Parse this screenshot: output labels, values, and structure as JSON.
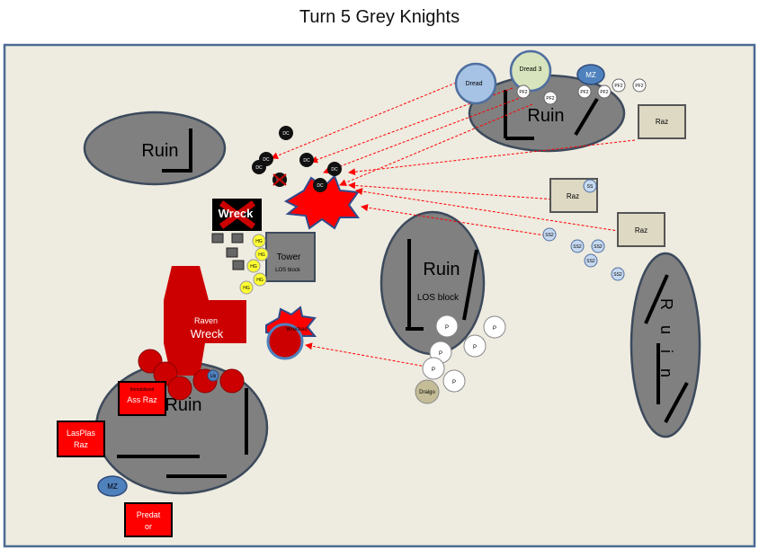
{
  "title": "Turn 5 Grey Knights",
  "colors": {
    "board_bg": "#eeebe0",
    "board_border": "#4a6a94",
    "ruin_fill": "#808080",
    "ruin_stroke": "#3c4a5c",
    "red_unit": "#cc0000",
    "black_unit": "#111111",
    "yellow_unit": "#ffff33",
    "blue_unit": "#4f81bd",
    "light_blue_unit": "#c6d9f1",
    "white_unit": "#ffffff",
    "tan_unit": "#c4bd97",
    "raz_fill": "#ddd9c3",
    "arrow": "#ff0000"
  },
  "ruins": {
    "top_left": "Ruin",
    "top_right": "Ruin",
    "center": "Ruin",
    "center_sub": "LOS block",
    "bottom_left": "Ruin",
    "right": "R u i n"
  },
  "tower": {
    "label": "Tower",
    "sub": "LOS block"
  },
  "wrecks": {
    "black": "Wreck",
    "raven_1": "Raven",
    "raven_2": "Wreck",
    "explosion_small": "Wrecked"
  },
  "units": {
    "dread": "Dread",
    "dread3": "Dread 3",
    "mz_top": "MZ",
    "mz_bottom": "MZ",
    "pf2": "PF2",
    "raz": "Raz",
    "ss2": "SS2",
    "ss": "SS",
    "dc": "DC",
    "hg": "HG",
    "p": "P",
    "draigo": "Draigo",
    "lib": "Lib",
    "ass_raz_top": "Immobilized",
    "ass_raz": "Ass Raz",
    "lasplas_1": "LasPlas",
    "lasplas_2": "Raz",
    "predator_1": "Predat",
    "predator_2": "or"
  }
}
